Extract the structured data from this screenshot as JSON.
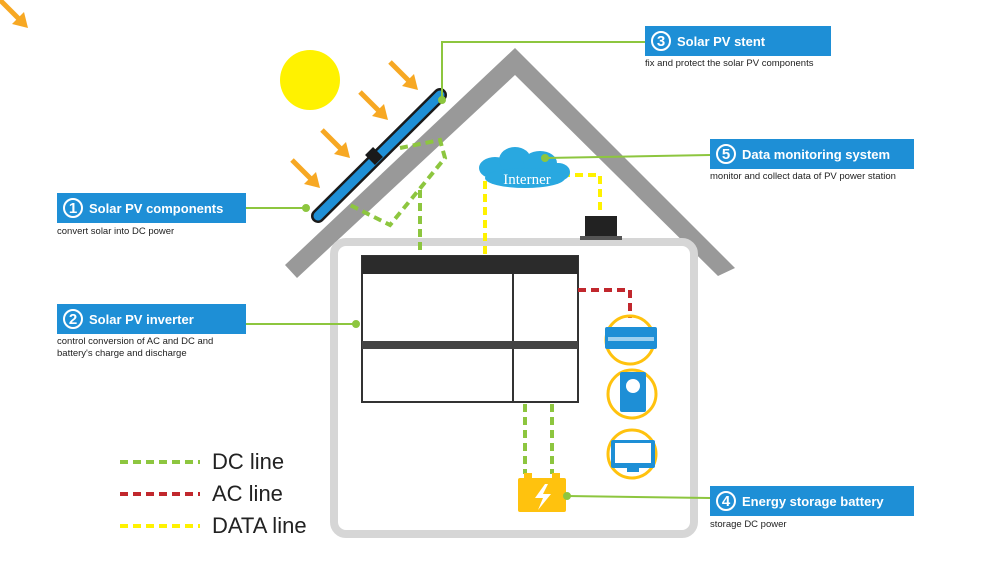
{
  "colors": {
    "dc_line": "#8dc63f",
    "ac_line": "#c1272d",
    "data_line": "#fff200",
    "callout_blue": "#1e8fd6",
    "house_gray": "#999999",
    "sun_yellow": "#fff200",
    "arrow_orange": "#f7a823",
    "battery_yellow": "#ffc20e",
    "cloud_blue": "#29a8e0"
  },
  "callouts": [
    {
      "number": "1",
      "title": "Solar PV components",
      "description": [
        "convert solar into DC power"
      ]
    },
    {
      "number": "2",
      "title": "Solar PV inverter",
      "description": [
        "control conversion of AC and DC and",
        "battery's charge and discharge"
      ]
    },
    {
      "number": "3",
      "title": "Solar PV stent",
      "description": [
        "fix and protect the solar PV components"
      ]
    },
    {
      "number": "4",
      "title": "Energy storage battery",
      "description": [
        "storage DC power"
      ]
    },
    {
      "number": "5",
      "title": "Data monitoring system",
      "description": [
        "monitor and collect data of PV power station"
      ]
    }
  ],
  "legend": [
    {
      "label": "DC line",
      "color": "#8dc63f"
    },
    {
      "label": "AC line",
      "color": "#c1272d"
    },
    {
      "label": "DATA line",
      "color": "#fff200"
    }
  ],
  "cloud_label": "Interner",
  "icons": {
    "sun": "sun-icon",
    "arrows": "sunlight-arrow-icon",
    "cloud": "cloud-icon",
    "laptop": "laptop-icon",
    "battery": "battery-icon",
    "air_conditioner": "air-conditioner-icon",
    "appliance": "appliance-icon",
    "monitor": "monitor-icon"
  }
}
